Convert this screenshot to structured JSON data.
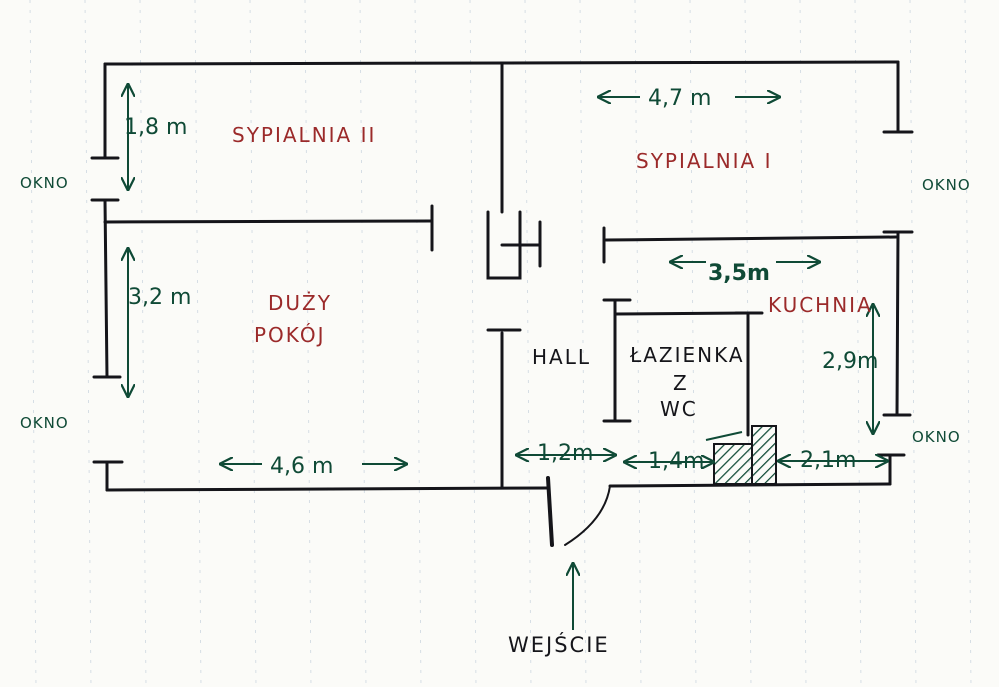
{
  "colors": {
    "wall": "#15151a",
    "room_label": "#9b2a2a",
    "dimension": "#0f4a36",
    "grid": "#cdd7e0"
  },
  "rooms": {
    "sypialnia_2": "SYPIALNIA II",
    "sypialnia_1": "SYPIALNIA I",
    "duzy_pokoj_line1": "DUŻY",
    "duzy_pokoj_line2": "POKÓJ",
    "hall": "HALL",
    "lazienka_line1": "ŁAZIENKA",
    "lazienka_line2": "Z",
    "lazienka_line3": "WC",
    "kuchnia": "KUCHNIA"
  },
  "dimensions": {
    "sypialnia_2_depth": "1,8 m",
    "sypialnia_1_width": "4,7 m",
    "duzy_pokoj_depth": "3,2 m",
    "duzy_pokoj_width": "4,6 m",
    "kuchnia_width": "3,5m",
    "kuchnia_depth": "2,9m",
    "hall_width": "1,2m",
    "lazienka_width": "1,4m",
    "kuchnia_bottom": "2,1m"
  },
  "windows": {
    "left_upper": "OKNO",
    "left_lower": "OKNO",
    "right_upper": "OKNO",
    "right_lower": "OKNO"
  },
  "entrance": "WEJŚCIE"
}
